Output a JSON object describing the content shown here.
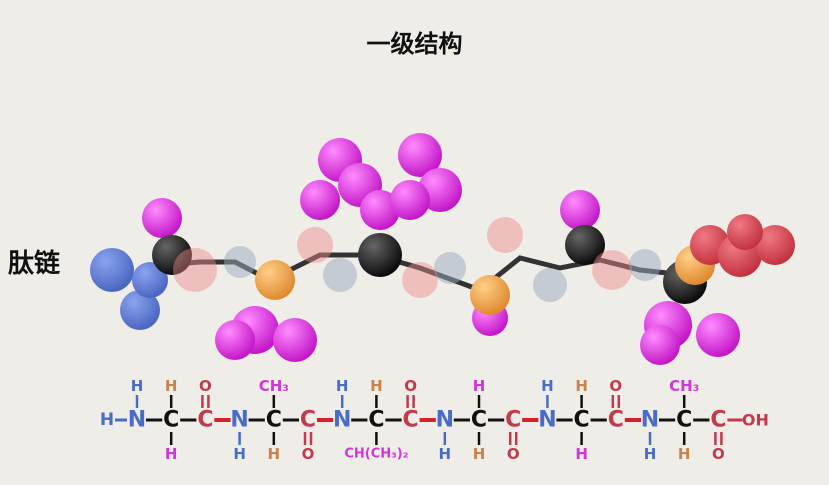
{
  "title": "一级结构",
  "chain_label": "肽链",
  "colors": {
    "nitrogen": "#4a6cc9",
    "alpha_carbon": "#111111",
    "carbonyl": "#c23a4c",
    "h_orange": "#c9834d",
    "side_magenta": "#d236d6",
    "bond_black": "#111111",
    "peptide_bond": "#d8202a"
  },
  "formula": {
    "start": "H",
    "end": "OH",
    "atoms": [
      {
        "label": "N",
        "type": "nitrogen",
        "top": {
          "t": "H",
          "c": "nitrogen"
        },
        "bottom": null
      },
      {
        "label": "C",
        "type": "alpha_carbon",
        "top": {
          "t": "H",
          "c": "h_orange"
        },
        "bottom": {
          "t": "H",
          "c": "side_magenta"
        }
      },
      {
        "label": "C",
        "type": "carbonyl",
        "top": {
          "t": "O",
          "c": "carbonyl",
          "double": true
        },
        "bottom": null
      },
      {
        "label": "N",
        "type": "nitrogen",
        "top": null,
        "bottom": {
          "t": "H",
          "c": "nitrogen"
        }
      },
      {
        "label": "C",
        "type": "alpha_carbon",
        "top": {
          "t": "CH₃",
          "c": "side_magenta"
        },
        "bottom": {
          "t": "H",
          "c": "h_orange"
        }
      },
      {
        "label": "C",
        "type": "carbonyl",
        "top": null,
        "bottom": {
          "t": "O",
          "c": "carbonyl",
          "double": true
        }
      },
      {
        "label": "N",
        "type": "nitrogen",
        "top": {
          "t": "H",
          "c": "nitrogen"
        },
        "bottom": null
      },
      {
        "label": "C",
        "type": "alpha_carbon",
        "top": {
          "t": "H",
          "c": "h_orange"
        },
        "bottom": {
          "t": "CH(CH₃)₂",
          "c": "side_magenta"
        }
      },
      {
        "label": "C",
        "type": "carbonyl",
        "top": {
          "t": "O",
          "c": "carbonyl",
          "double": true
        },
        "bottom": null
      },
      {
        "label": "N",
        "type": "nitrogen",
        "top": null,
        "bottom": {
          "t": "H",
          "c": "nitrogen"
        }
      },
      {
        "label": "C",
        "type": "alpha_carbon",
        "top": {
          "t": "H",
          "c": "side_magenta"
        },
        "bottom": {
          "t": "H",
          "c": "h_orange"
        }
      },
      {
        "label": "C",
        "type": "carbonyl",
        "top": null,
        "bottom": {
          "t": "O",
          "c": "carbonyl",
          "double": true
        }
      },
      {
        "label": "N",
        "type": "nitrogen",
        "top": {
          "t": "H",
          "c": "nitrogen"
        },
        "bottom": null
      },
      {
        "label": "C",
        "type": "alpha_carbon",
        "top": {
          "t": "H",
          "c": "h_orange"
        },
        "bottom": {
          "t": "H",
          "c": "side_magenta"
        }
      },
      {
        "label": "C",
        "type": "carbonyl",
        "top": {
          "t": "O",
          "c": "carbonyl",
          "double": true
        },
        "bottom": null
      },
      {
        "label": "N",
        "type": "nitrogen",
        "top": null,
        "bottom": {
          "t": "H",
          "c": "nitrogen"
        }
      },
      {
        "label": "C",
        "type": "alpha_carbon",
        "top": {
          "t": "CH₃",
          "c": "side_magenta"
        },
        "bottom": {
          "t": "H",
          "c": "h_orange"
        }
      },
      {
        "label": "C",
        "type": "carbonyl",
        "top": null,
        "bottom": {
          "t": "O",
          "c": "carbonyl",
          "double": true
        }
      }
    ]
  }
}
